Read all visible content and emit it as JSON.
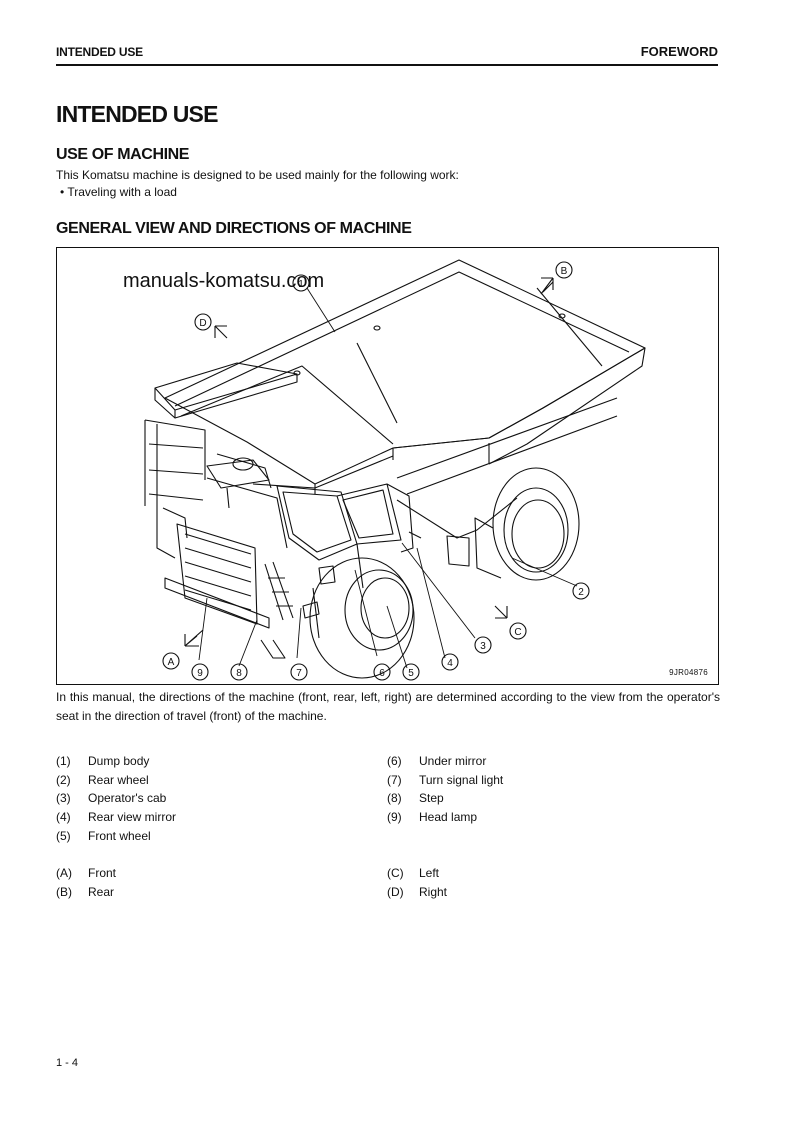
{
  "header": {
    "left": "INTENDED USE",
    "right": "FOREWORD"
  },
  "title": "INTENDED USE",
  "use_section": {
    "heading": "USE OF MACHINE",
    "text": "This Komatsu machine is designed to be used mainly for the following work:",
    "bullets": [
      "Traveling with a load"
    ]
  },
  "view_section": {
    "heading": "GENERAL VIEW AND DIRECTIONS OF MACHINE"
  },
  "figure": {
    "watermark": "manuals-komatsu.com",
    "figure_id": "9JR04876",
    "callouts": [
      "1",
      "2",
      "3",
      "4",
      "5",
      "6",
      "7",
      "8",
      "9"
    ],
    "direction_labels": [
      "A",
      "B",
      "C",
      "D"
    ]
  },
  "paragraph": "In this manual, the directions of the machine (front, rear, left, right) are determined according to the view from the operator's seat in the direction of travel (front) of the machine.",
  "legend_parts_left": [
    {
      "num": "(1)",
      "name": "Dump body"
    },
    {
      "num": "(2)",
      "name": "Rear wheel"
    },
    {
      "num": "(3)",
      "name": "Operator's cab"
    },
    {
      "num": "(4)",
      "name": "Rear view mirror"
    },
    {
      "num": "(5)",
      "name": "Front wheel"
    }
  ],
  "legend_parts_right": [
    {
      "num": "(6)",
      "name": "Under mirror"
    },
    {
      "num": "(7)",
      "name": "Turn signal light"
    },
    {
      "num": "(8)",
      "name": "Step"
    },
    {
      "num": "(9)",
      "name": "Head lamp"
    }
  ],
  "legend_dirs_left": [
    {
      "num": "(A)",
      "name": "Front"
    },
    {
      "num": "(B)",
      "name": "Rear"
    }
  ],
  "legend_dirs_right": [
    {
      "num": "(C)",
      "name": "Left"
    },
    {
      "num": "(D)",
      "name": "Right"
    }
  ],
  "page_number": "1 - 4"
}
